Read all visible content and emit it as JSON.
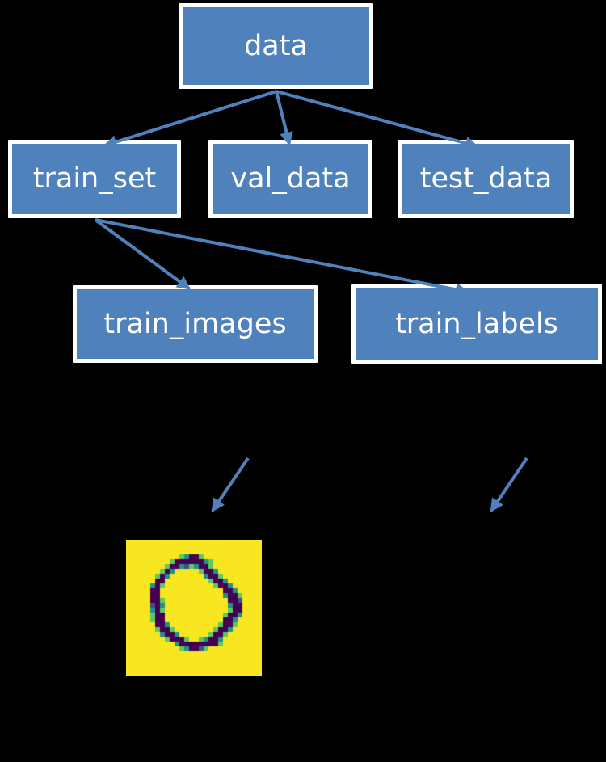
{
  "nodes": [
    {
      "id": "data",
      "label": "data"
    },
    {
      "id": "train_set",
      "label": "train_set"
    },
    {
      "id": "val_data",
      "label": "val_data"
    },
    {
      "id": "test_data",
      "label": "test_data"
    },
    {
      "id": "train_images",
      "label": "train_images"
    },
    {
      "id": "train_labels",
      "label": "train_labels"
    }
  ],
  "edges": [
    {
      "id": "data-to-train_set"
    },
    {
      "id": "data-to-val_data"
    },
    {
      "id": "data-to-test_data"
    },
    {
      "id": "train_set-to-train_images"
    },
    {
      "id": "train_set-to-train_labels"
    },
    {
      "id": "pointer-to-sample-image"
    },
    {
      "id": "pointer-below-train_labels"
    }
  ],
  "colors": {
    "background": "#000000",
    "node_fill": "#4f81bd",
    "node_border": "#ffffff",
    "node_text": "#ffffff",
    "arrow": "#4f81bd"
  },
  "digit_image": {
    "semantic": "mnist-digit-0-viridis",
    "palette": {
      ".": "#f8e621",
      "g": "#5ec962",
      "t": "#21918c",
      "b": "#3b528b",
      "p": "#440154"
    },
    "pixels": [
      "............................",
      "............................",
      "............................",
      "...........gtppg............",
      ".........gpppppptg..........",
      "........gpptbgtppg..........",
      ".......gpt.....gppt.........",
      "......gpt.......tppg........",
      "......pp.........gppt.......",
      ".....tpg..........gppt......",
      ".....pp.............ppt.....",
      ".....pp.............tppg....",
      ".....ppg.............ppb....",
      ".....bpt.............tpp....",
      ".....tpg.............gpp....",
      ".....gpp............gppt....",
      ".....gpp............ppt.....",
      "......ppt..........gppg.....",
      "......gppg........gppt......",
      ".......tppt......gppg.......",
      "........gpppg..gtppt........",
      "..........tppppppppg........",
      "...........gtppbg...........",
      "............................",
      "............................",
      "............................",
      "............................",
      "............................"
    ]
  }
}
